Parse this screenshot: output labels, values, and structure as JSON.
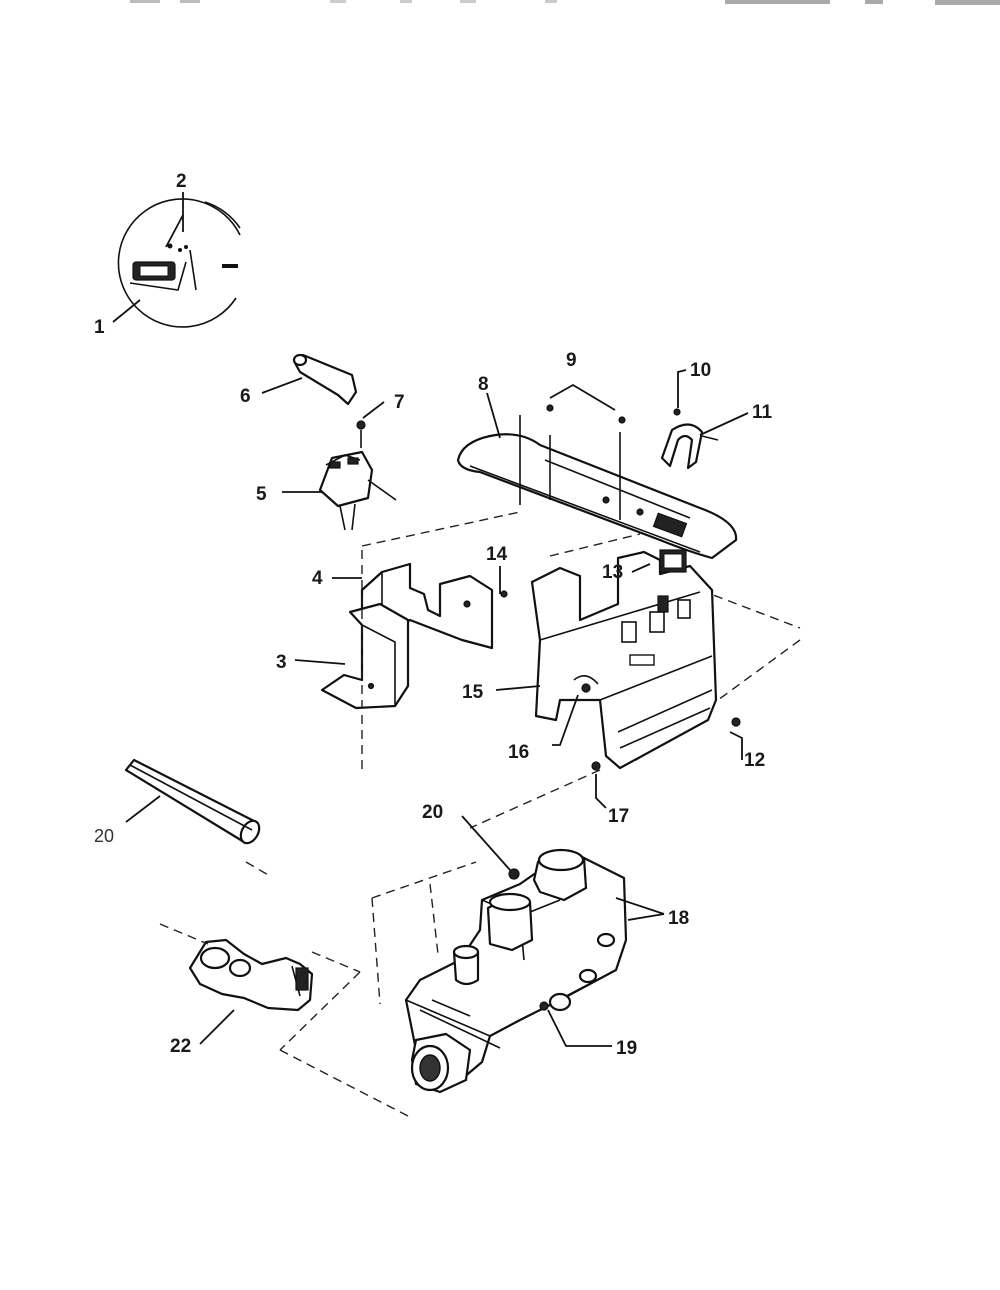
{
  "callouts": {
    "c1": "1",
    "c2": "2",
    "c3": "3",
    "c4": "4",
    "c5": "5",
    "c6": "6",
    "c7": "7",
    "c8": "8",
    "c9": "9",
    "c10": "10",
    "c11": "11",
    "c12": "12",
    "c13": "13",
    "c14": "14",
    "c15": "15",
    "c16": "16",
    "c17": "17",
    "c18": "18",
    "c19": "19",
    "c20a": "20",
    "c20b": "20",
    "c22": "22"
  }
}
